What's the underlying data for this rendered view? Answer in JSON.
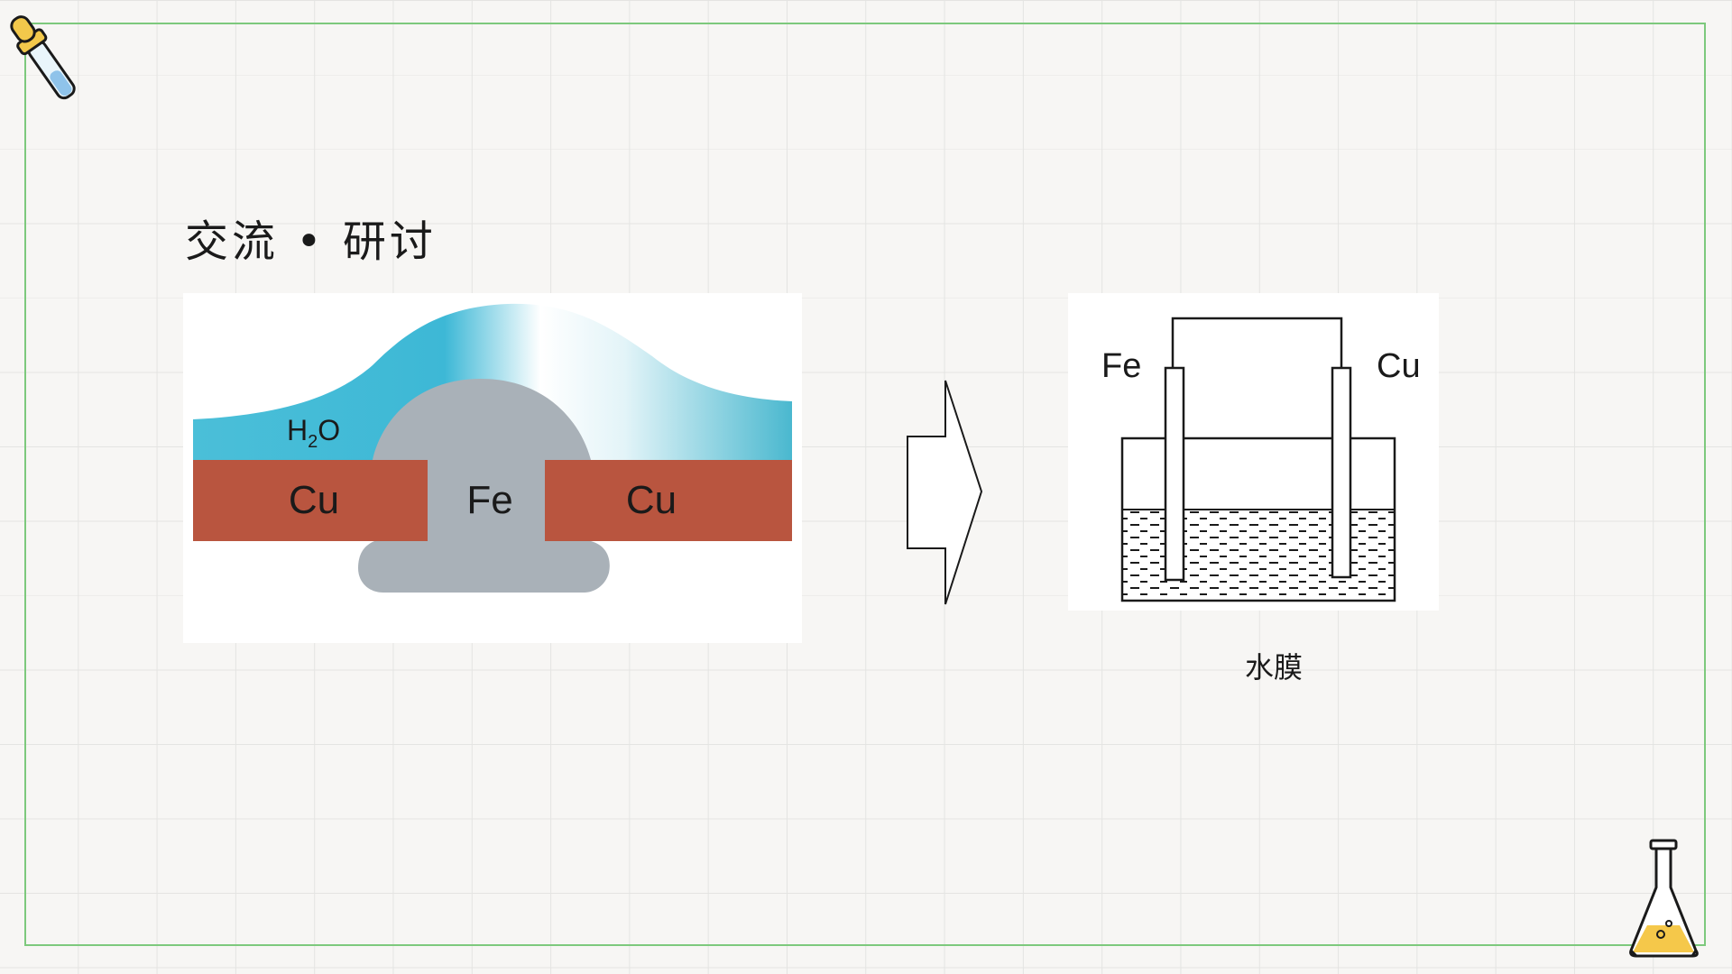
{
  "slide": {
    "title": "交流 • 研讨",
    "caption": "水膜"
  },
  "left_figure": {
    "water_label": "H",
    "water_subscript": "2",
    "water_suffix": "O",
    "left_metal": "Cu",
    "center_metal": "Fe",
    "right_metal": "Cu"
  },
  "right_figure": {
    "left_electrode": "Fe",
    "right_electrode": "Cu"
  },
  "colors": {
    "frame": "#7dc97d",
    "copper": "#b9553f",
    "iron": "#a9b1b8",
    "water": "#41bcd8"
  },
  "icons": {
    "top_left": "dropper-icon",
    "bottom_right": "flask-icon",
    "middle": "arrow-right-icon"
  }
}
